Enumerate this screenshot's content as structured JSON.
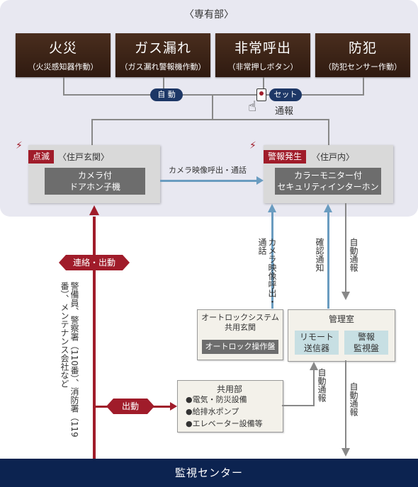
{
  "zone_title": "〈専有部〉",
  "sensors": [
    {
      "title": "火災",
      "sub": "（火災感知器作動）"
    },
    {
      "title": "ガス漏れ",
      "sub": "（ガス漏れ警報機作動）"
    },
    {
      "title": "非常呼出",
      "sub": "（非常押しボタン）"
    },
    {
      "title": "防犯",
      "sub": "（防犯センサー作動）"
    }
  ],
  "pills": {
    "auto": "自 動",
    "set": "セット"
  },
  "report_label": "通報",
  "entrance": {
    "status": "点滅",
    "location": "〈住戸玄関〉",
    "device_line1": "カメラ付",
    "device_line2": "ドアホン子機"
  },
  "indoor": {
    "status": "警報発生",
    "location": "〈住戸内〉",
    "device_line1": "カラーモニター付",
    "device_line2": "セキュリティインターホン"
  },
  "camera_call": "カメラ映像呼出・通話",
  "vertical_labels": {
    "camera_call_v": "カメラ映像呼出・通話",
    "confirm": "確認通知",
    "auto_report_1": "自動通報",
    "auto_report_2": "自動通報",
    "auto_report_3": "自動通報",
    "dispatch_targets": "警備員、警察署（110番）、消防署（119番）、メンテナンス会社など"
  },
  "renraku": "連絡・出動",
  "shutsudo": "出動",
  "autolock": {
    "line1": "オートロックシステム",
    "line2": "共用玄関",
    "panel": "オートロック操作盤"
  },
  "kanri": {
    "title": "管理室",
    "remote_line1": "リモート",
    "remote_line2": "送信器",
    "alarm_line1": "警報",
    "alarm_line2": "監視盤"
  },
  "common": {
    "title": "共用部",
    "items": [
      "●電気・防災設備",
      "●給排水ポンプ",
      "●エレベーター設備等"
    ]
  },
  "footer": "監視センター",
  "colors": {
    "navy": "#0c2350",
    "red": "#a01c2a",
    "brown": "#3c2416",
    "blue_line": "#6a9cc0",
    "grey_line": "#888888"
  }
}
